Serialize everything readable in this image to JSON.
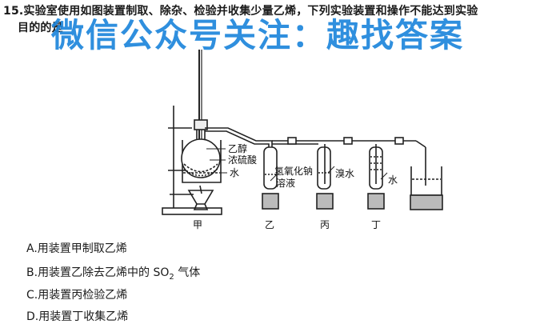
{
  "question": {
    "line1": "15.实验室使用如图装置制取、除杂、检验并收集少量乙烯，下列实验装置和操作不能达到实验",
    "line2": "目的的是"
  },
  "watermark": "微信公众号关注：趣找答案",
  "diagram": {
    "label_ethanol": "乙醇",
    "label_h2so4": "浓硫酸",
    "label_water_bath": "水",
    "label_naoh_1": "氢氧化钠",
    "label_naoh_2": "溶液",
    "label_bromine_water": "溴水",
    "label_water_ding": "水",
    "unit_jia": "甲",
    "unit_yi": "乙",
    "unit_bing": "丙",
    "unit_ding": "丁"
  },
  "options": [
    {
      "letter": "A.",
      "text": "用装置甲制取乙烯"
    },
    {
      "letter": "B.",
      "text_before": "用装置乙除去乙烯中的 SO",
      "subscript": "2",
      "text_after": " 气体"
    },
    {
      "letter": "C.",
      "text": "用装置丙检验乙烯"
    },
    {
      "letter": "D.",
      "text": "用装置丁收集乙烯"
    }
  ]
}
